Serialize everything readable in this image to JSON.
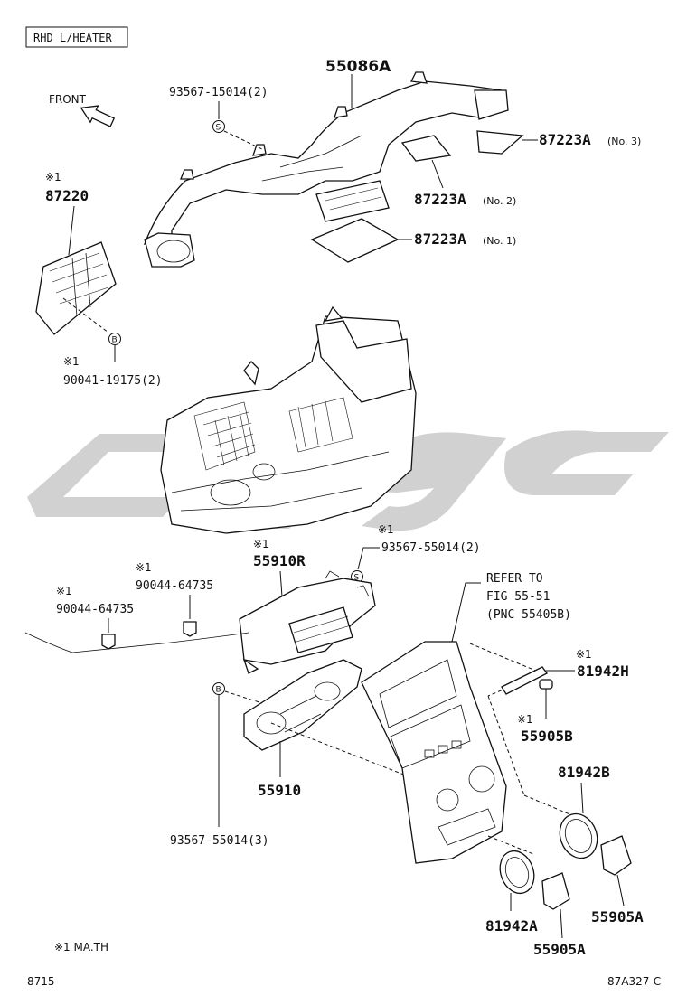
{
  "header": {
    "region_label": "RHD L/HEATER",
    "front_label": "FRONT"
  },
  "labels": {
    "p55086A": "55086A",
    "p93567_15014": "93567-15014(2)",
    "p87223A_3": "87223A",
    "p87223A_3_sub": "(No. 3)",
    "p87223A_2": "87223A",
    "p87223A_2_sub": "(No. 2)",
    "p87223A_1": "87223A",
    "p87223A_1_sub": "(No. 1)",
    "p87220_mark": "※1",
    "p87220": "87220",
    "p90041_mark": "※1",
    "p90041": "90041-19175(2)",
    "p93567_55014_2_mark": "※1",
    "p93567_55014_2": "93567-55014(2)",
    "p55910R_mark": "※1",
    "p55910R": "55910R",
    "p90044_a_mark": "※1",
    "p90044_a": "90044-64735",
    "p90044_b_mark": "※1",
    "p90044_b": "90044-64735",
    "refer_line1": "REFER TO",
    "refer_line2": "FIG 55-51",
    "refer_line3": "(PNC 55405B)",
    "p81942H_mark": "※1",
    "p81942H": "81942H",
    "p55905B_mark": "※1",
    "p55905B": "55905B",
    "p81942B": "81942B",
    "p55910": "55910",
    "p93567_55014_3": "93567-55014(3)",
    "p81942A": "81942A",
    "p55905A_right": "55905A",
    "p55905A_bottom": "55905A"
  },
  "symbols": {
    "screw": "S",
    "bolt": "B"
  },
  "footer": {
    "note": "※1  MA.TH",
    "page_code": "8715",
    "illustration_code": "87A327-C"
  }
}
